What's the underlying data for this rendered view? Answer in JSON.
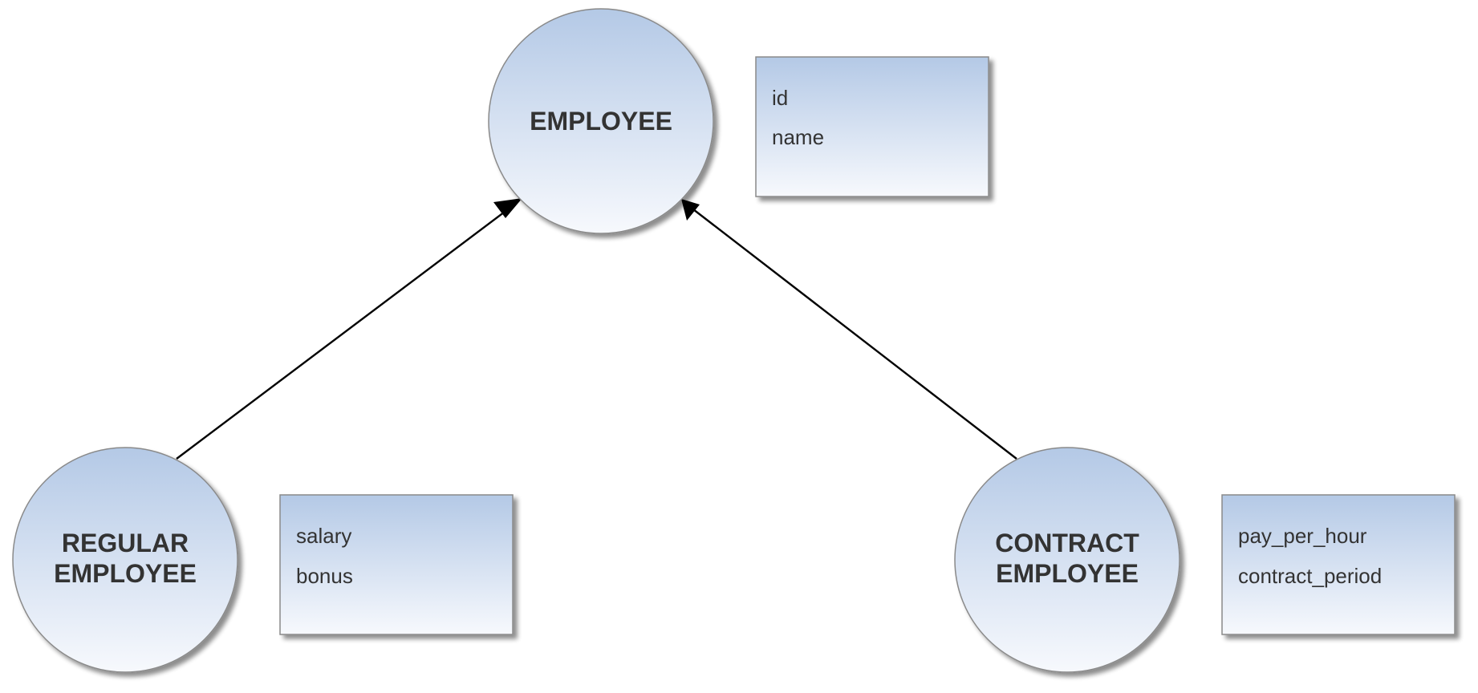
{
  "diagram": {
    "entities": [
      {
        "id": "employee",
        "label_lines": [
          "EMPLOYEE"
        ],
        "attributes": [
          "id",
          "name"
        ]
      },
      {
        "id": "regular-employee",
        "label_lines": [
          "REGULAR",
          "EMPLOYEE"
        ],
        "attributes": [
          "salary",
          "bonus"
        ]
      },
      {
        "id": "contract-employee",
        "label_lines": [
          "CONTRACT",
          "EMPLOYEE"
        ],
        "attributes": [
          "pay_per_hour",
          "contract_period"
        ]
      }
    ],
    "edges": [
      {
        "from": "regular-employee",
        "to": "employee",
        "arrow": "target"
      },
      {
        "from": "contract-employee",
        "to": "employee",
        "arrow": "target"
      }
    ],
    "colors": {
      "node_gradient_top": "#b4c9e6",
      "node_gradient_bottom": "#f7f9fd",
      "border": "#8a8a8a",
      "text": "#333333",
      "edge": "#000000"
    }
  }
}
